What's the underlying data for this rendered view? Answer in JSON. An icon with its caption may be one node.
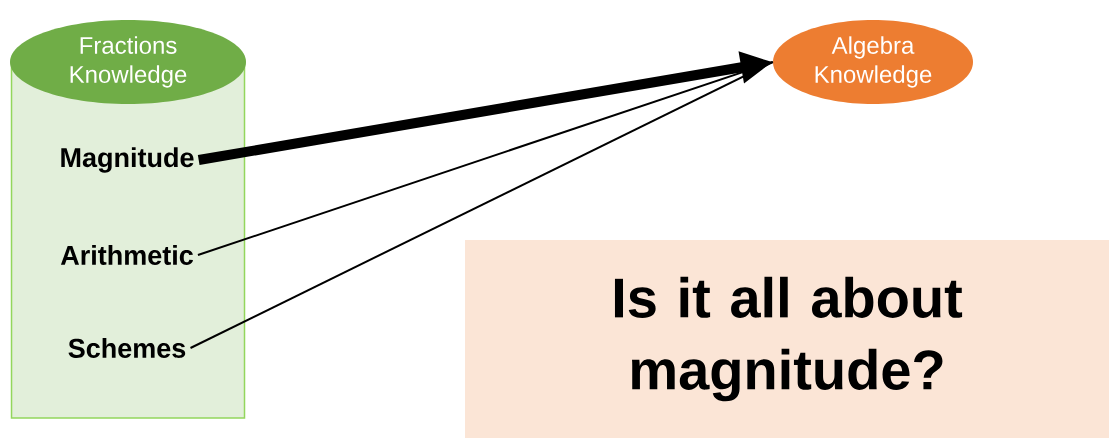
{
  "diagram": {
    "nodes": [
      {
        "text": [
          "Fractions Knowledge"
        ]
      },
      {
        "text": [
          "Magnitude"
        ],
        "in": 0
      },
      {
        "text": [
          "Arithmetic"
        ],
        "in": 0
      },
      {
        "text": [
          "Schemes"
        ],
        "in": 0
      },
      {
        "text": [
          "Algebra Knowledge"
        ]
      },
      {
        "text": [
          "Is it all about magnitude?"
        ]
      }
    ],
    "edges": [
      {
        "from": 1,
        "to": 4,
        "arrow": "to",
        "style": "thick"
      },
      {
        "from": 2,
        "to": 4,
        "arrow": "none"
      },
      {
        "from": 3,
        "to": 4,
        "arrow": "none"
      }
    ]
  }
}
